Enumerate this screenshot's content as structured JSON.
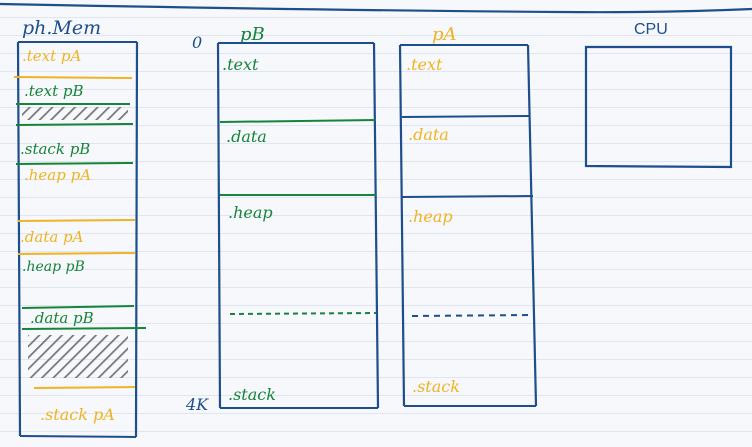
{
  "colors": {
    "blue": "#1e4e8c",
    "green": "#16843a",
    "yellow": "#f0b323",
    "hatch": "#777777"
  },
  "phys_mem": {
    "title": "ph.Mem",
    "labels": [
      ".text pA",
      ".text pB",
      ".stack pB",
      ".heap pA",
      ".data pA",
      ".heap pB",
      ".data pB",
      ".stack pA"
    ]
  },
  "pB": {
    "title": "pB",
    "start_addr": "0",
    "end_addr": "4K",
    "segments": [
      ".text",
      ".data",
      ".heap",
      ".stack"
    ]
  },
  "pA": {
    "title": "pA",
    "segments": [
      ".text",
      ".data",
      ".heap",
      ".stack"
    ]
  },
  "cpu": {
    "title": "CPU"
  }
}
